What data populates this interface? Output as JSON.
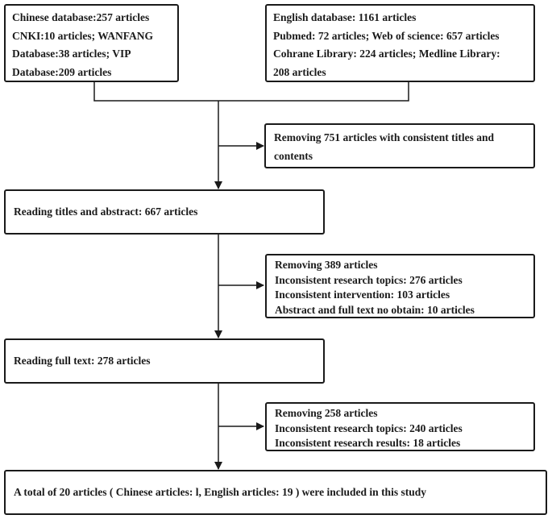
{
  "boxes": {
    "chinese": {
      "lines": [
        "Chinese database:257 articles",
        "CNKI:10 articles; WANFANG",
        "Database:38 articles; VIP",
        "Database:209 articles"
      ]
    },
    "english": {
      "lines": [
        "English database: 1161 articles",
        "Pubmed: 72 articles; Web of science: 657 articles",
        "Cohrane Library: 224 articles; Medline Library:",
        "208 articles"
      ]
    },
    "removing_duplicates": {
      "lines": [
        "Removing 751 articles with consistent titles and",
        "contents"
      ]
    },
    "reading_titles": {
      "lines": [
        "Reading titles and abstract: 667 articles"
      ]
    },
    "removing_389": {
      "lines": [
        "Removing 389 articles",
        "Inconsistent research topics: 276 articles",
        "Inconsistent intervention: 103 articles",
        "Abstract and full text no obtain: 10 articles"
      ]
    },
    "reading_full_text": {
      "lines": [
        "Reading full text: 278 articles"
      ]
    },
    "removing_258": {
      "lines": [
        "Removing 258 articles",
        "Inconsistent research topics: 240 articles",
        "Inconsistent research results: 18 articles"
      ]
    },
    "final": {
      "lines": [
        "A total of 20 articles ( Chinese articles: l, English articles: 19 ) were included in this study"
      ]
    }
  },
  "colors": {
    "stroke": "#1a1a1a",
    "background": "#ffffff"
  }
}
